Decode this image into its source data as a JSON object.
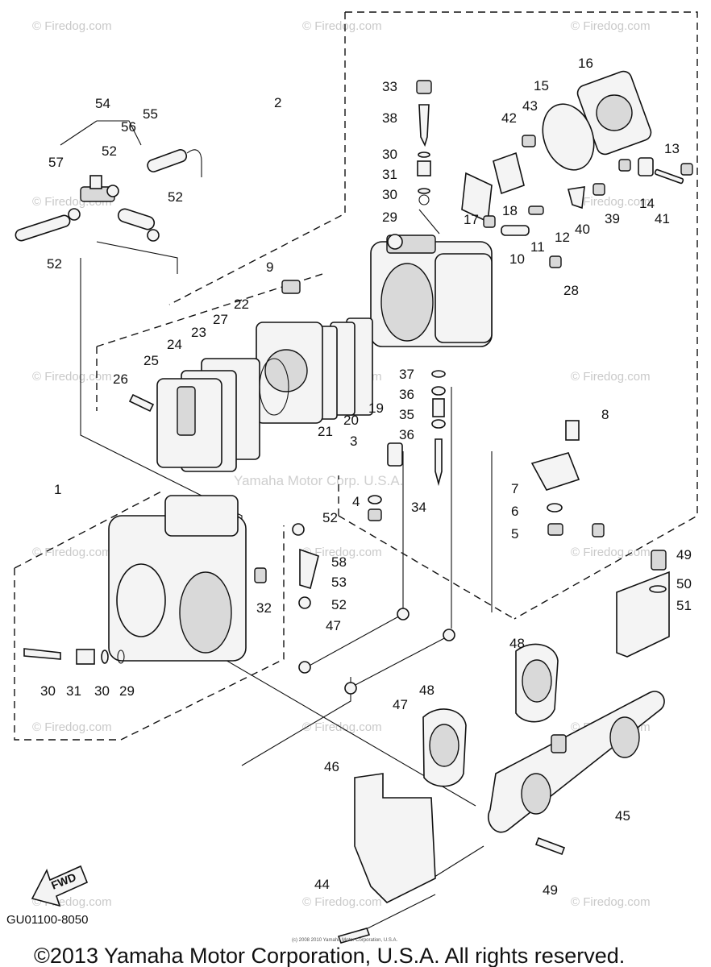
{
  "watermark": "© Firedog.com",
  "watermark_center": "Yamaha Motor Corp. U.S.A.",
  "small_print": "(c) 2008 2010 Yamaha Motor Corporation, U.S.A.",
  "diagram_code": "GU01100-8050",
  "fwd_label": "FWD",
  "copyright": "©2013 Yamaha Motor Corporation, U.S.A. All rights reserved.",
  "callouts": {
    "c1": "1",
    "c2": "2",
    "c3": "3",
    "c4": "4",
    "c5": "5",
    "c6": "6",
    "c7": "7",
    "c8": "8",
    "c9": "9",
    "c10": "10",
    "c11": "11",
    "c12": "12",
    "c13": "13",
    "c14": "14",
    "c15": "15",
    "c16": "16",
    "c17": "17",
    "c18": "18",
    "c19": "19",
    "c20": "20",
    "c21": "21",
    "c22": "22",
    "c23": "23",
    "c24": "24",
    "c25": "25",
    "c26": "26",
    "c27": "27",
    "c28": "28",
    "c29a": "29",
    "c29b": "29",
    "c30a": "30",
    "c30b": "30",
    "c30c": "30",
    "c30d": "30",
    "c31a": "31",
    "c31b": "31",
    "c32": "32",
    "c33": "33",
    "c34": "34",
    "c35": "35",
    "c36a": "36",
    "c36b": "36",
    "c37": "37",
    "c38": "38",
    "c39": "39",
    "c40": "40",
    "c41": "41",
    "c42": "42",
    "c43": "43",
    "c44": "44",
    "c45": "45",
    "c46": "46",
    "c47a": "47",
    "c47b": "47",
    "c48a": "48",
    "c48b": "48",
    "c49a": "49",
    "c49b": "49",
    "c50": "50",
    "c51": "51",
    "c52a": "52",
    "c52b": "52",
    "c52c": "52",
    "c52d": "52",
    "c52e": "52",
    "c53": "53",
    "c54": "54",
    "c55": "55",
    "c56": "56",
    "c57": "57",
    "c58": "58"
  }
}
